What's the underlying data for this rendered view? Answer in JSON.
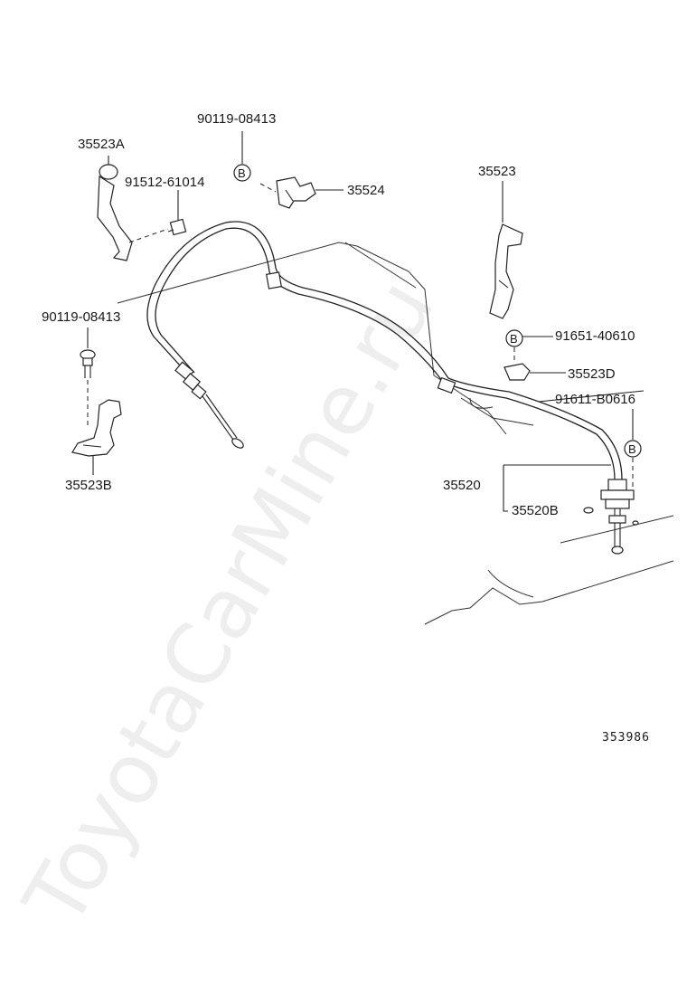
{
  "watermark": "ToyotaCarMine.ru",
  "figure_number": "353986",
  "marker_letter": "B",
  "parts": {
    "bolt_top": "90119-08413",
    "bracket_a": "35523A",
    "clip_61014": "91512-61014",
    "retainer": "35524",
    "bracket": "35523",
    "bolt_left": "90119-08413",
    "bracket_b": "35523B",
    "clip_40610": "91651-40610",
    "bracket_d": "35523D",
    "bolt_b0616": "91611-B0616",
    "cable_assy": "35520",
    "cable_part_b": "35520B"
  }
}
